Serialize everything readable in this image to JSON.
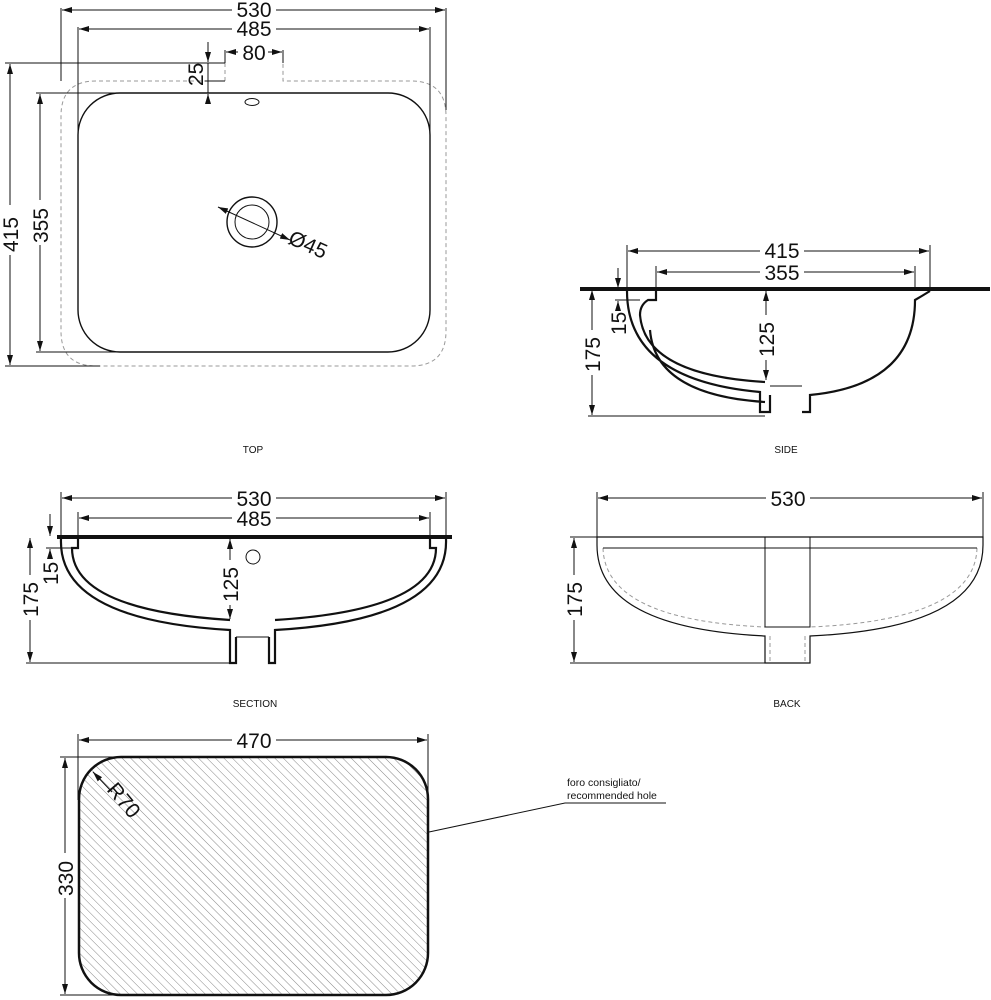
{
  "views": {
    "top": {
      "label": "TOP",
      "dims": {
        "overall_width": "530",
        "inner_width": "485",
        "notch_width": "80",
        "notch_depth": "25",
        "overall_depth": "415",
        "inner_depth": "355",
        "drain_diameter": "Ø45"
      }
    },
    "side": {
      "label": "SIDE",
      "dims": {
        "overall_depth": "415",
        "inner_depth": "355",
        "height": "175",
        "rim": "15",
        "bowl_depth": "125"
      }
    },
    "section": {
      "label": "SECTION",
      "dims": {
        "overall_width": "530",
        "inner_width": "485",
        "height": "175",
        "rim": "15",
        "bowl_depth": "125"
      }
    },
    "back": {
      "label": "BACK",
      "dims": {
        "overall_width": "530",
        "height": "175"
      }
    },
    "hole": {
      "dims": {
        "width": "470",
        "height": "330",
        "radius": "R70"
      },
      "note_line1": "foro consigliato/",
      "note_line2": "recommended hole"
    }
  }
}
